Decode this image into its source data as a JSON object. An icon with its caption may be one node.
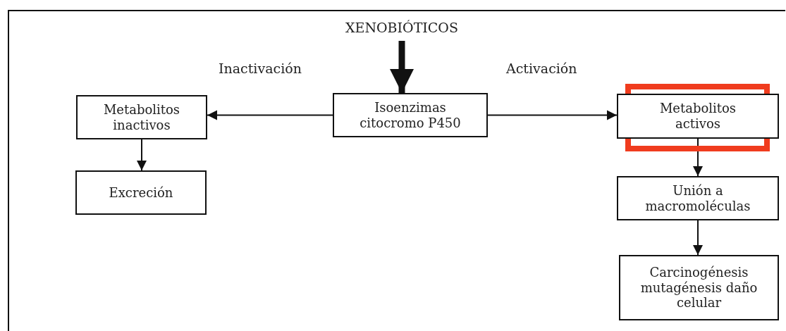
{
  "diagram": {
    "nodes": [
      {
        "text": [
          "XENOBIÓTICOS"
        ]
      },
      {
        "text": [
          "Metabolitos inactivos"
        ]
      },
      {
        "text": [
          "Isoenzimas citocromo P450"
        ]
      },
      {
        "text": [
          "Metabolitos activos"
        ]
      },
      {
        "text": [
          "Excreción"
        ]
      },
      {
        "text": [
          "Unión a macromoléculas"
        ]
      },
      {
        "text": [
          "Carcinogénesis mutagénesis daño celular"
        ]
      }
    ],
    "edges": [
      {
        "from": 0,
        "to": 2,
        "arrow": "to",
        "style": "thick"
      },
      {
        "from": 2,
        "to": 1,
        "arrow": "to"
      },
      {
        "from": 2,
        "to": 3,
        "arrow": "to"
      },
      {
        "from": 1,
        "to": 4,
        "arrow": "to"
      },
      {
        "from": 3,
        "to": 5,
        "arrow": "to"
      },
      {
        "from": 5,
        "to": 6,
        "arrow": "to"
      }
    ],
    "labels": [
      "Inactivación",
      "Activación"
    ]
  }
}
